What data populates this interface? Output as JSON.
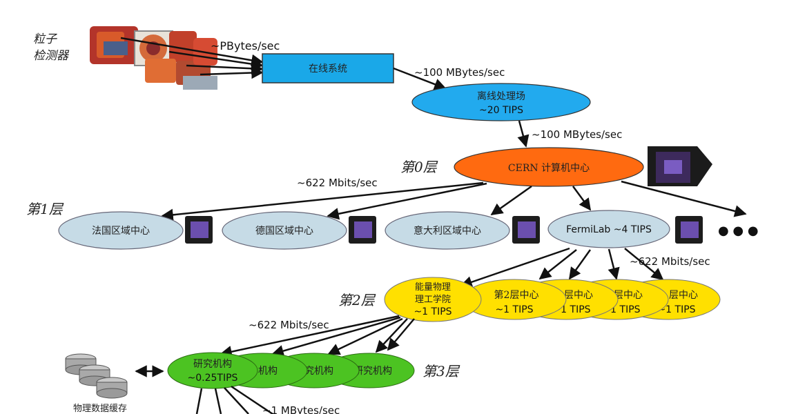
{
  "detector": {
    "label_line1": "粒子",
    "label_line2": "检测器"
  },
  "rates": {
    "detector_out": "~PBytes/sec",
    "online_out": "~100 MBytes/sec",
    "offline_out": "~100 MBytes/sec",
    "cern_out": "~622 Mbits/sec",
    "fermi_out": "~622 Mbits/sec",
    "tier2_out": "~622 Mbits/sec",
    "tier3_out": "~1 MBytes/sec"
  },
  "online_system": "在线系统",
  "offline_farm": {
    "line1": "离线处理场",
    "line2": "~20 TIPS"
  },
  "tiers": {
    "t0": "第0层",
    "t1": "第1层",
    "t2": "第2层",
    "t3": "第3层"
  },
  "cern": "CERN 计算机中心",
  "tier1_centers": [
    "法国区域中心",
    "德国区域中心",
    "意大利区域中心",
    "FermiLab ~4 TIPS"
  ],
  "ellipsis": "● ● ●",
  "tier2": {
    "front_line1": "能量物理",
    "front_line2": "理工学院",
    "front_line3": "~1 TIPS",
    "center_label": "第2层中心",
    "center_tips": "~1 TIPS",
    "partial_label": "层中心",
    "partial_tips": "~1 TIPS"
  },
  "tier3": {
    "front_line1": "研究机构",
    "front_line2": "~0.25TIPS",
    "label": "研究机构",
    "partial_a": "机构",
    "partial_b": "究机构",
    "partial_c": "研究机构"
  },
  "cache_label": "物理数据缓存",
  "colors": {
    "online": "#1aa8e8",
    "offline": "#22aaee",
    "cern": "#ff6a10",
    "tier1": "#c6dbe6",
    "tier2": "#ffe000",
    "tier3": "#4cc322"
  }
}
